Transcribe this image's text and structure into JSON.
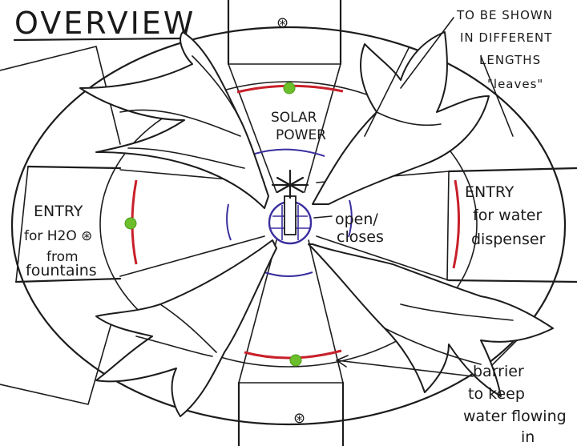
{
  "title": "OVERVIEW",
  "annotations": {
    "leaves_note": [
      "TO BE SHOWN",
      "IN DIFFERENT",
      "LENGTHS",
      "\"leaves\""
    ],
    "solar": [
      "SOLAR",
      "POWER"
    ],
    "open_closes": [
      "open/",
      "closes"
    ],
    "entry_left": [
      "ENTRY",
      "for H2O ⊛",
      "from",
      "fountains"
    ],
    "entry_right": [
      "ENTRY",
      "for water",
      "dispenser"
    ],
    "barrier": [
      "barrier",
      "to keep",
      "water flowing",
      "in"
    ]
  },
  "symbols": {
    "asterisk_circle": "⊛"
  },
  "colors": {
    "ink": "#1c1c1c",
    "barrier_red": "#c8202a",
    "indicator_green": "#6cbf2a",
    "inner_ring_blue": "#3a2f9e"
  }
}
